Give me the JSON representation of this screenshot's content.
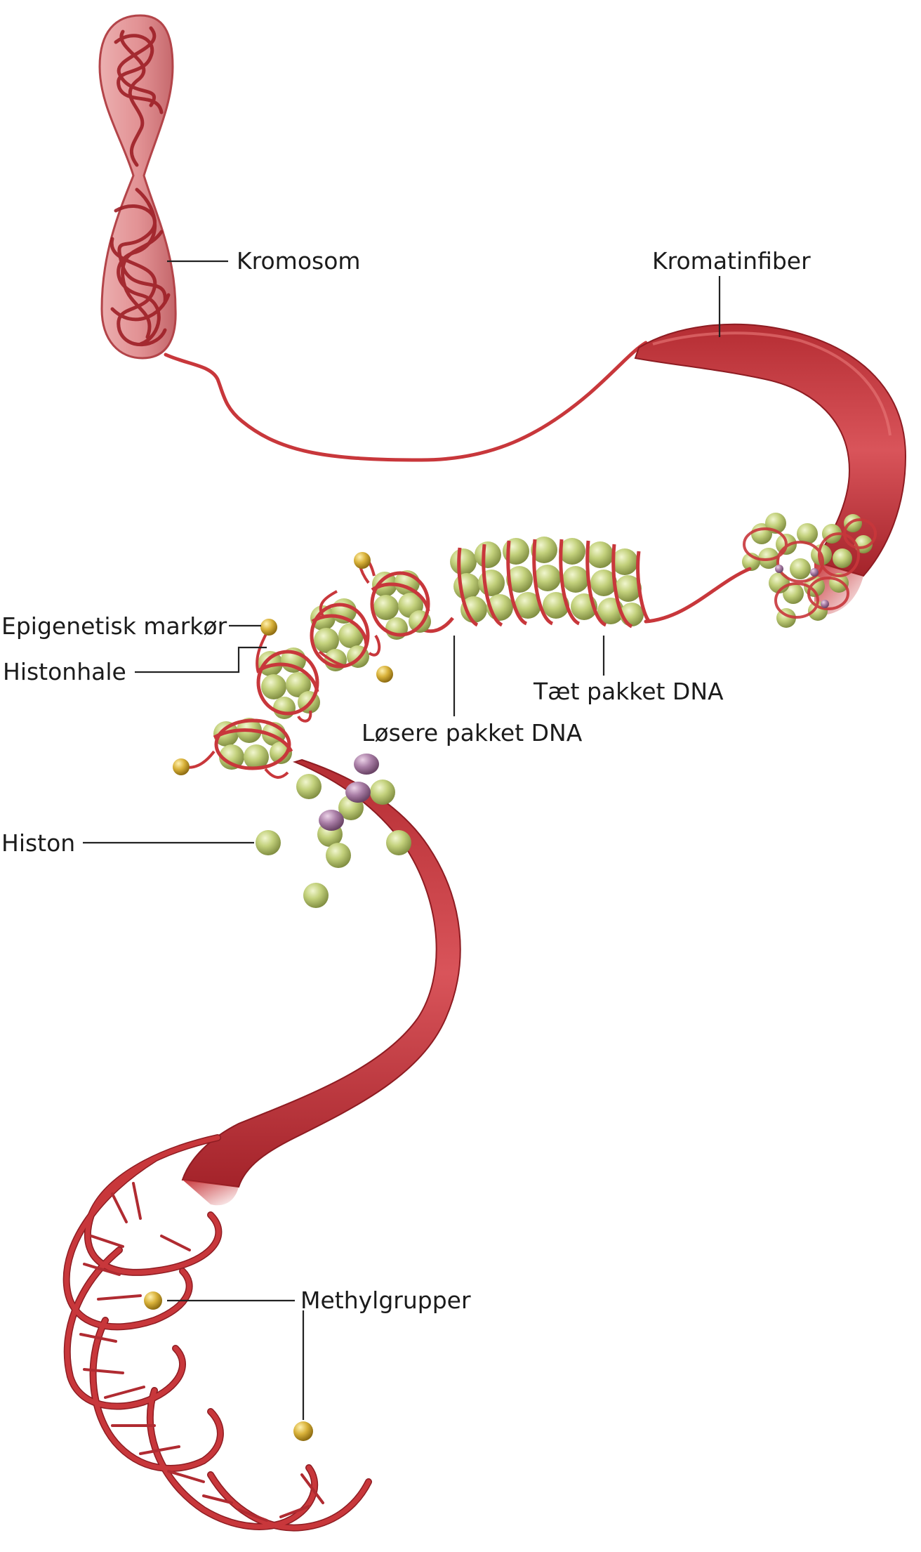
{
  "labels": {
    "kromosom": "Kromosom",
    "kromatinfiber": "Kromatinfiber",
    "epigenetisk_markor": "Epigenetisk markør",
    "histonhale": "Histonhale",
    "losere_pakket_dna": "Løsere pakket DNA",
    "taet_pakket_dna": "Tæt pakket DNA",
    "histon": "Histon",
    "methylgrupper": "Methylgrupper"
  },
  "colors": {
    "dna_red": "#c8373b",
    "dna_dark": "#8e1c22",
    "dna_light": "#e9797a",
    "histone_green": "#c3d17c",
    "histone_dark": "#8e9c4e",
    "methyl_gold": "#d9b23a",
    "histone_purple": "#a97ea6",
    "label_text": "#1b1b1b"
  },
  "icons": {
    "chromosome": "chromosome-icon",
    "nucleosome": "nucleosome-icon",
    "histone": "histone-icon",
    "methyl_group": "methyl-group-icon"
  }
}
